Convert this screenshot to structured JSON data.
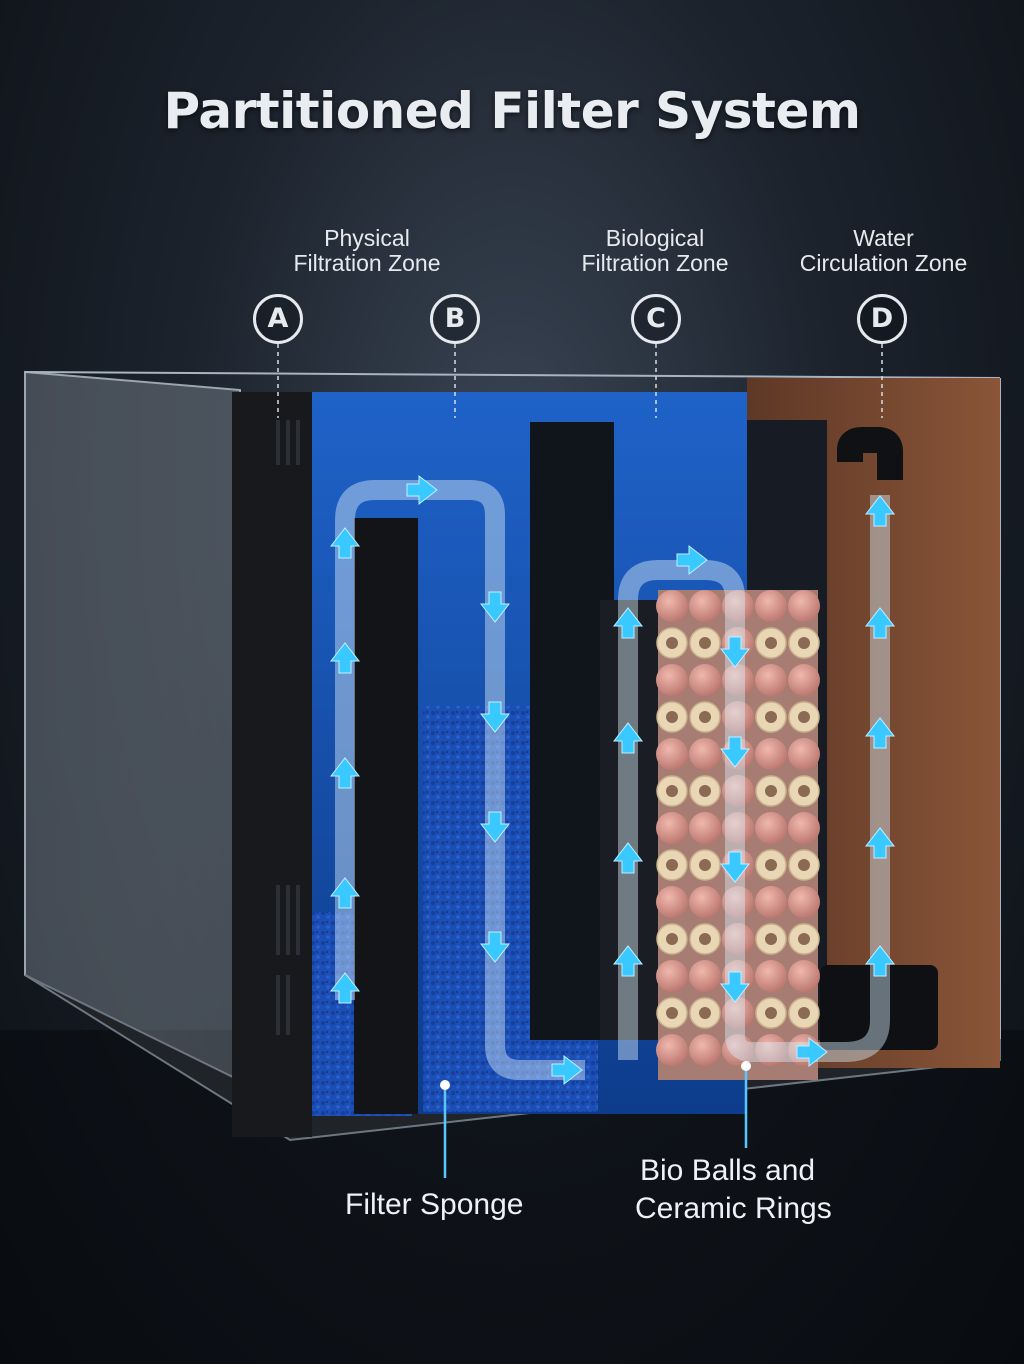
{
  "title": "Partitioned Filter System",
  "zones": [
    {
      "line1": "Physical",
      "line2": "Filtration Zone"
    },
    {
      "line1": "Biological",
      "line2": "Filtration Zone"
    },
    {
      "line1": "Water",
      "line2": "Circulation Zone"
    }
  ],
  "markers": [
    "A",
    "B",
    "C",
    "D"
  ],
  "callouts": {
    "sponge": "Filter Sponge",
    "bio_line1": "Bio Balls and",
    "bio_line2": "Ceramic Rings"
  },
  "colors": {
    "water_blue": "#1e5fc4",
    "flow_arrow": "#39c8ff",
    "circulation_brown": "#7a4a32",
    "sponge_blue": "#1f4fb8",
    "bio_ball_pink": "#d99a92",
    "ceramic_ring": "#e8d6b4"
  }
}
